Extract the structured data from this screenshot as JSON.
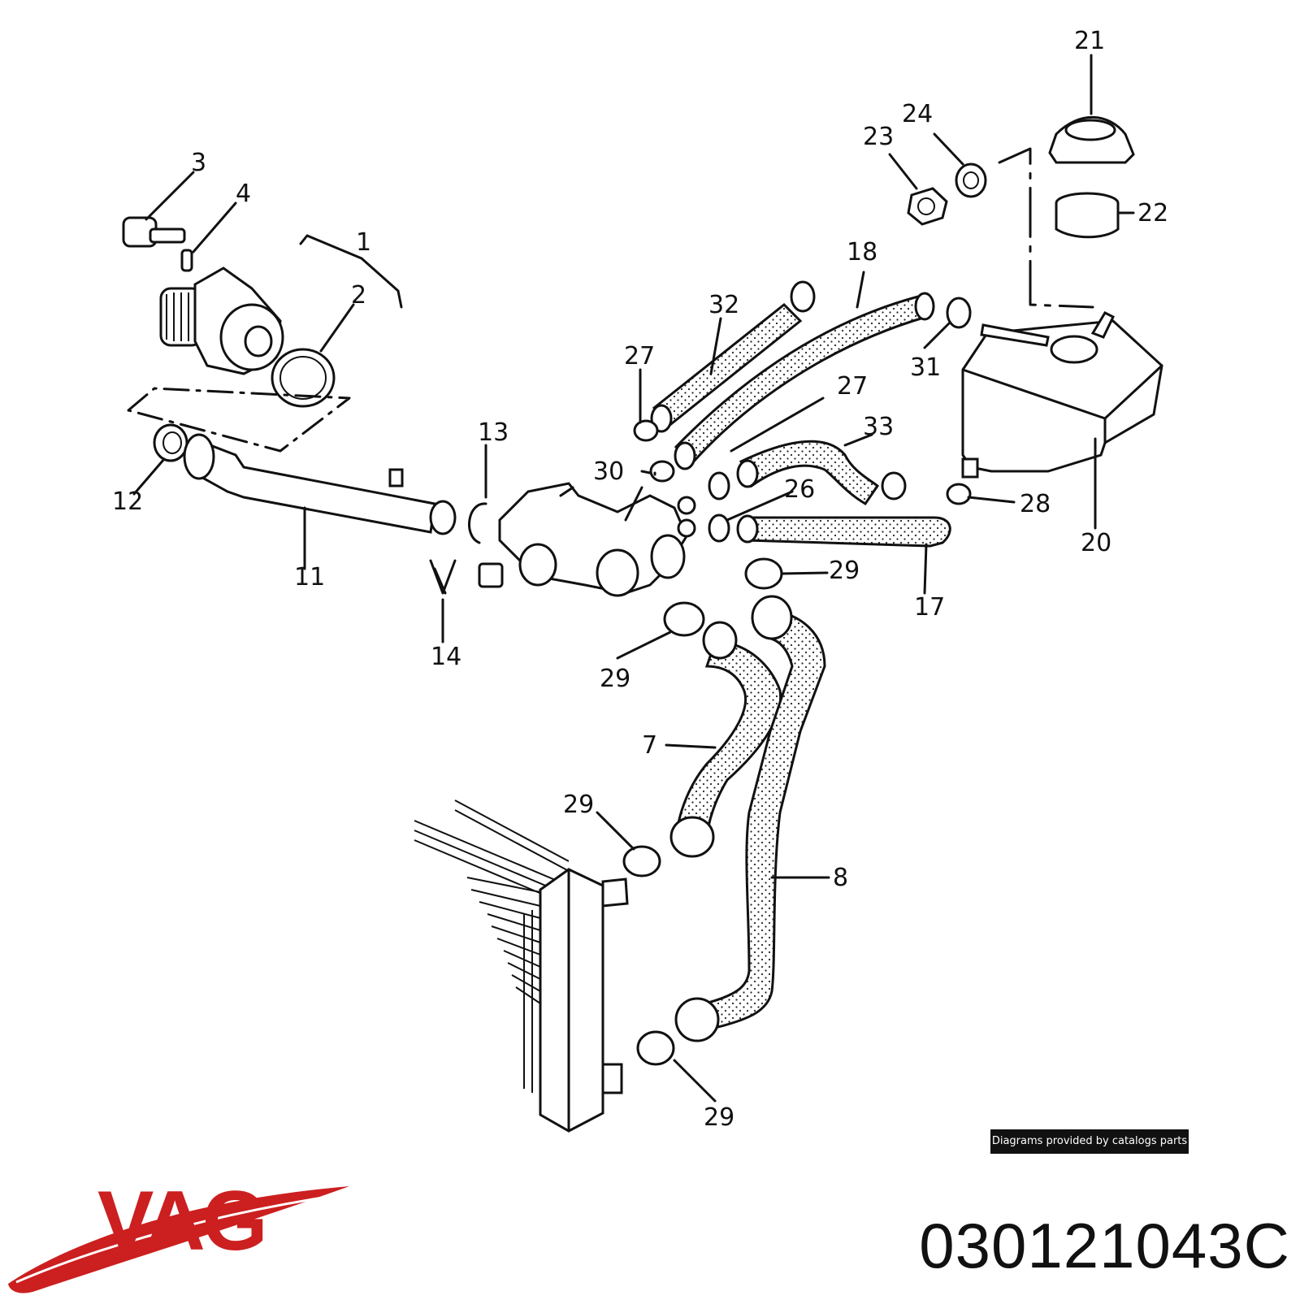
{
  "diagram": {
    "labels": {
      "l1": "1",
      "l2": "2",
      "l3": "3",
      "l4": "4",
      "l7": "7",
      "l8": "8",
      "l11": "11",
      "l12": "12",
      "l13": "13",
      "l14": "14",
      "l17": "17",
      "l18": "18",
      "l20": "20",
      "l21": "21",
      "l22": "22",
      "l23": "23",
      "l24": "24",
      "l26": "26",
      "l27a": "27",
      "l27b": "27",
      "l28": "28",
      "l29a": "29",
      "l29b": "29",
      "l29c": "29",
      "l29d": "29",
      "l30": "30",
      "l31": "31",
      "l32": "32",
      "l33": "33"
    }
  },
  "credit": "Diagrams provided by catalogs parts",
  "brand": {
    "logo_text": "VAG",
    "color": "#cc1f1f"
  },
  "part_number": "030121043C"
}
